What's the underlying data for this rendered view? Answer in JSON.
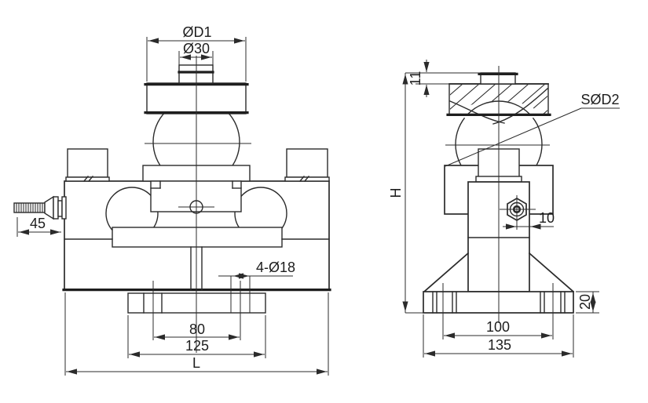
{
  "front_view": {
    "dims": {
      "cap_outer_dia": "ØD1",
      "button_dia": "Ø30",
      "cable_gland_length": "45",
      "mounting_holes": "4-Ø18",
      "hole_spacing": "80",
      "base_width": "125",
      "overall_length": "L"
    }
  },
  "side_view": {
    "dims": {
      "cap_height": "11",
      "ball_sphere_dia": "SØD2",
      "overall_height": "H",
      "connector_offset": "10",
      "foot_hole_spacing": "100",
      "foot_width": "135",
      "foot_thickness": "20"
    }
  },
  "colors": {
    "line": "#2b2b2b",
    "background": "#ffffff"
  }
}
